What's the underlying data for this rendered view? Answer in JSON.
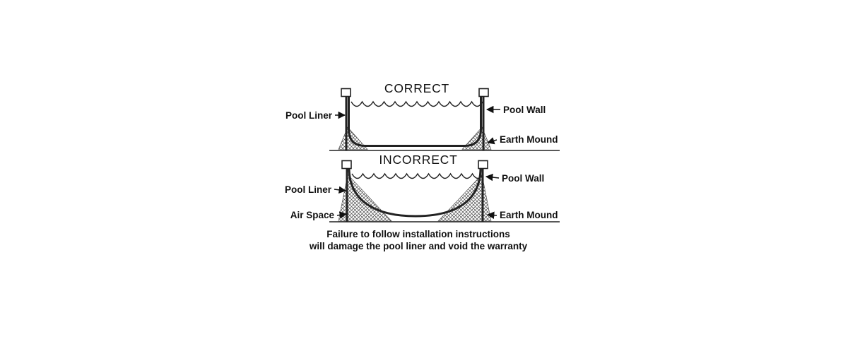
{
  "diagrams": {
    "correct": {
      "title": "CORRECT",
      "pool_liner": "Pool Liner",
      "pool_wall": "Pool Wall",
      "earth_mound": "Earth Mound"
    },
    "incorrect": {
      "title": "INCORRECT",
      "pool_liner": "Pool Liner",
      "air_space": "Air Space",
      "pool_wall": "Pool Wall",
      "earth_mound": "Earth Mound"
    }
  },
  "warning": {
    "line1": "Failure to follow installation instructions",
    "line2": "will damage the pool liner and void the warranty"
  }
}
